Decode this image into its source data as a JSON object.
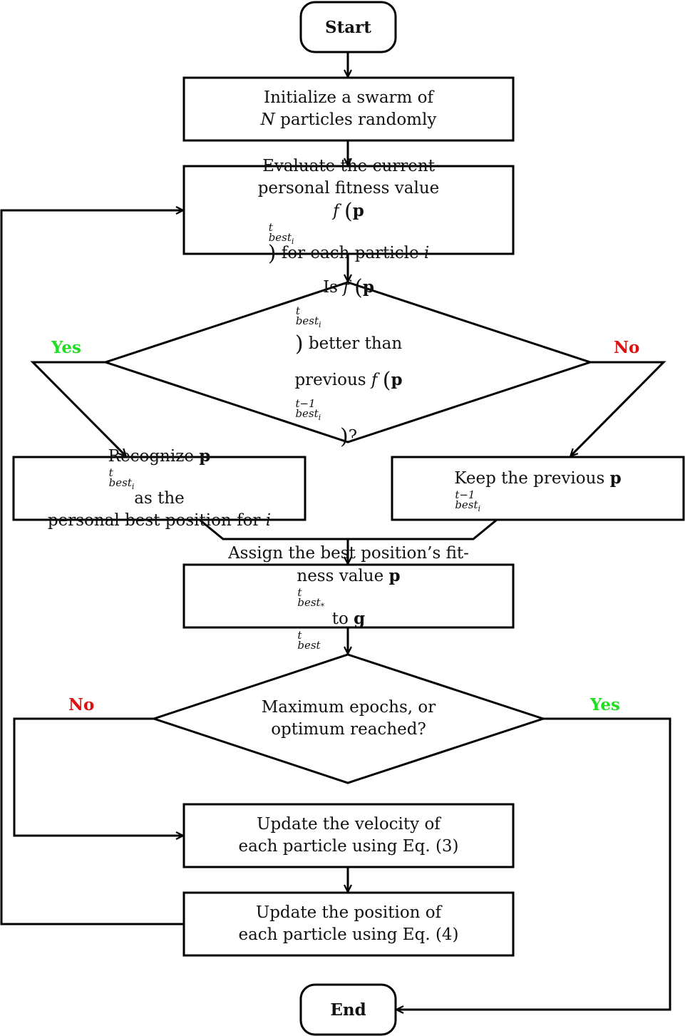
{
  "nodes": {
    "start": "Start",
    "init": [
      "Initialize a swarm of",
      "N particles randomly"
    ],
    "evaluate": [
      "Evaluate the current",
      "personal fitness value",
      "f (p t best i) for each particle i"
    ],
    "decision1": [
      "Is f (p t best i) better than",
      "previous f (p t−1 best i)?"
    ],
    "recognize": [
      "Recognize p t best i as the",
      "personal best position for i"
    ],
    "keep": "Keep the previous p t−1 best i",
    "assign": [
      "Assign the best position’s fit-",
      "ness value p t best * to g t best"
    ],
    "decision2": [
      "Maximum epochs, or",
      "optimum reached?"
    ],
    "velocity": [
      "Update the velocity of",
      "each particle using Eq. (3)"
    ],
    "position": [
      "Update the position of",
      "each particle using Eq. (4)"
    ],
    "end": "End"
  },
  "labels": {
    "d1_yes": "Yes",
    "d1_no": "No",
    "d2_no": "No",
    "d2_yes": "Yes"
  },
  "colors": {
    "yes": "#22dd22",
    "no": "#dd1111",
    "stroke": "#000000"
  }
}
